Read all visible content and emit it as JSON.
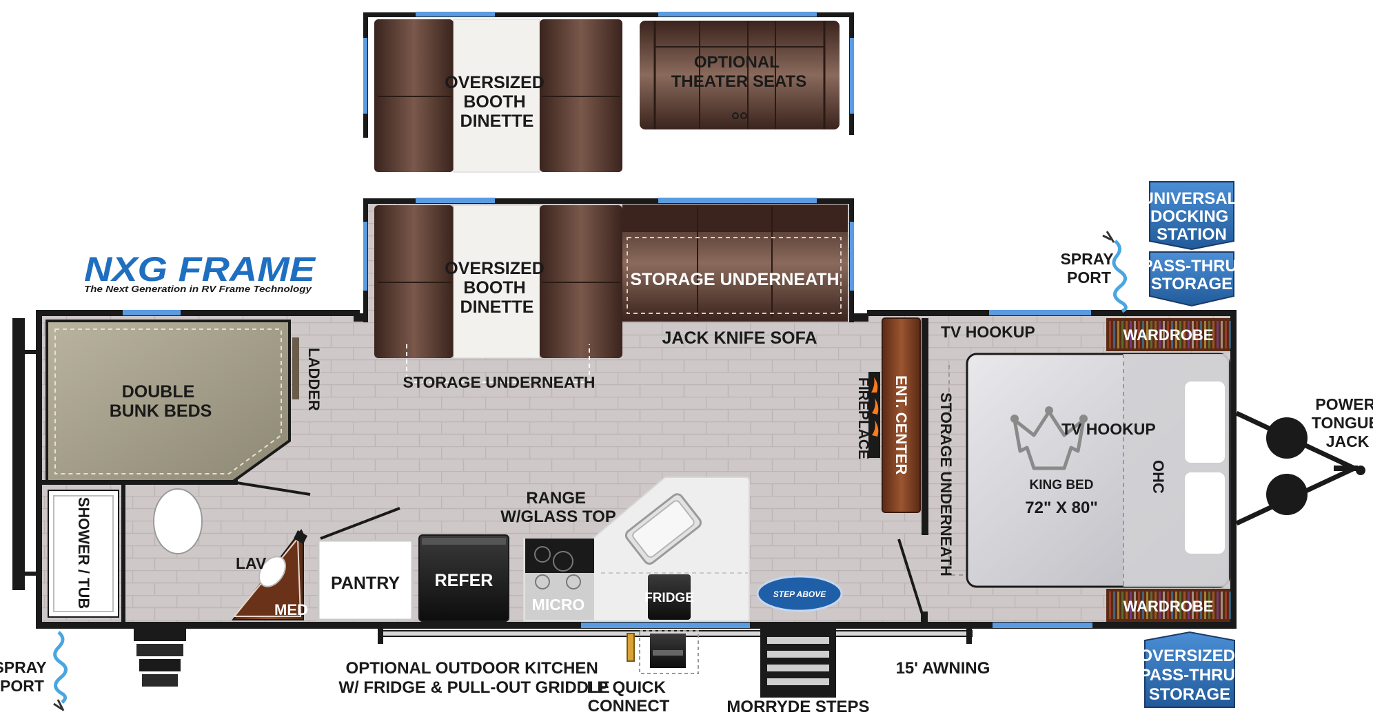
{
  "logo": {
    "wordmark": "NXG FRAME",
    "tagline": "The Next Generation in RV Frame Technology"
  },
  "slideouts": {
    "top_dinette": [
      "OVERSIZED",
      "BOOTH",
      "DINETTE"
    ],
    "theater_seats": [
      "OPTIONAL",
      "THEATER SEATS"
    ]
  },
  "main": {
    "dinette": [
      "OVERSIZED",
      "BOOTH",
      "DINETTE"
    ],
    "sofa_storage": "STORAGE UNDERNEATH",
    "jack_knife_sofa": "JACK KNIFE SOFA",
    "dinette_storage": "STORAGE UNDERNEATH",
    "bunk_beds": [
      "DOUBLE",
      "BUNK BEDS"
    ],
    "ladder": "LADDER",
    "shower": "SHOWER / TUB",
    "lav": "LAV",
    "med": "MED",
    "pantry": "PANTRY",
    "refer": "REFER",
    "range": [
      "RANGE",
      "W/GLASS TOP"
    ],
    "micro": "MICRO",
    "fridge": "FRIDGE",
    "step_above": "STEP ABOVE",
    "fireplace": "FIREPLACE",
    "ent_center": "ENT. CENTER",
    "tv_hookup_top": "TV HOOKUP",
    "bed_storage": "STORAGE UNDERNEATH",
    "tv_hookup_bed": "TV HOOKUP",
    "king_bed": "KING BED",
    "bed_size": "72\" X 80\"",
    "ohc": "OHC",
    "wardrobe_top": "WARDROBE",
    "wardrobe_bottom": "WARDROBE"
  },
  "exterior": {
    "spray_port_right": [
      "SPRAY",
      "PORT"
    ],
    "spray_port_left": [
      "SPRAY",
      "PORT"
    ],
    "docking_station": [
      "UNIVERSAL",
      "DOCKING",
      "STATION"
    ],
    "pass_thru_storage": [
      "PASS-THRU",
      "STORAGE"
    ],
    "oversized_pass_thru": [
      "OVERSIZED",
      "PASS-THRU",
      "STORAGE"
    ],
    "power_tongue_jack": [
      "POWER",
      "TONGUE",
      "JACK"
    ],
    "outdoor_kitchen": [
      "OPTIONAL OUTDOOR KITCHEN",
      "W/ FRIDGE & PULL-OUT GRIDDLE"
    ],
    "lp_quick_connect": [
      "LP QUICK",
      "CONNECT"
    ],
    "morryde_steps": "MORRYDE STEPS",
    "awning": "15' AWNING"
  },
  "colors": {
    "wall": "#1a1a1a",
    "floor": "#cfc8c9",
    "tile_line": "#bdb5b6",
    "cushion": "#4a3129",
    "cushion_light": "#8a6a5c",
    "window": "#5b9be0",
    "badge": "#2e6fb0",
    "logo_blue": "#1f6fc0",
    "wood": "#7a3b1e",
    "bunk": "#a9a48e"
  }
}
